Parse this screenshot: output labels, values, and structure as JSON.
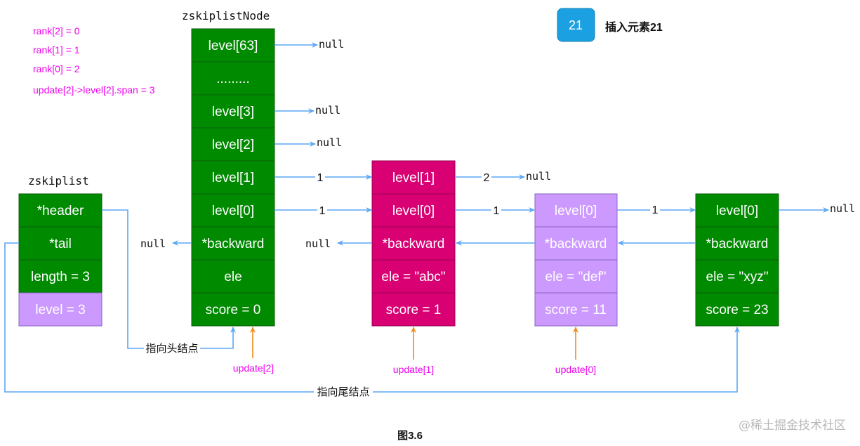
{
  "rank_notes": [
    "rank[2] = 0",
    "rank[1] = 1",
    "rank[0] = 2",
    "update[2]->level[2].span = 3"
  ],
  "zskiplist": {
    "title": "zskiplist",
    "fields": [
      "*header",
      "*tail",
      "length = 3",
      "level = 3"
    ]
  },
  "header_node": {
    "title": "zskiplistNode",
    "fields": [
      "level[63]",
      ".........",
      "level[3]",
      "level[2]",
      "level[1]",
      "level[0]",
      "*backward",
      "ele",
      "score = 0"
    ]
  },
  "nodes": [
    {
      "fields": [
        "level[1]",
        "level[0]",
        "*backward",
        "ele = \"abc\"",
        "score = 1"
      ]
    },
    {
      "fields": [
        "level[0]",
        "*backward",
        "ele = \"def\"",
        "score = 11"
      ]
    },
    {
      "fields": [
        "level[0]",
        "*backward",
        "ele = \"xyz\"",
        "score = 23"
      ]
    }
  ],
  "null_text": "null",
  "spans": [
    "1",
    "1",
    "2",
    "1",
    "1"
  ],
  "pointer_labels": {
    "header": "指向头结点",
    "tail": "指向尾结点"
  },
  "updates": [
    "update[2]",
    "update[1]",
    "update[0]"
  ],
  "badge": {
    "value": "21",
    "caption": "插入元素21"
  },
  "figure_caption": "图3.6",
  "watermark": "@稀土掘金技术社区",
  "colors": {
    "green": "#008a00",
    "pink": "#d80073",
    "purple": "#cc99ff",
    "arrow_blue": "#5ba7f5",
    "arrow_orange": "#f08a18",
    "magenta_text": "#ee00ee",
    "badge_blue": "#1ba1e2"
  }
}
